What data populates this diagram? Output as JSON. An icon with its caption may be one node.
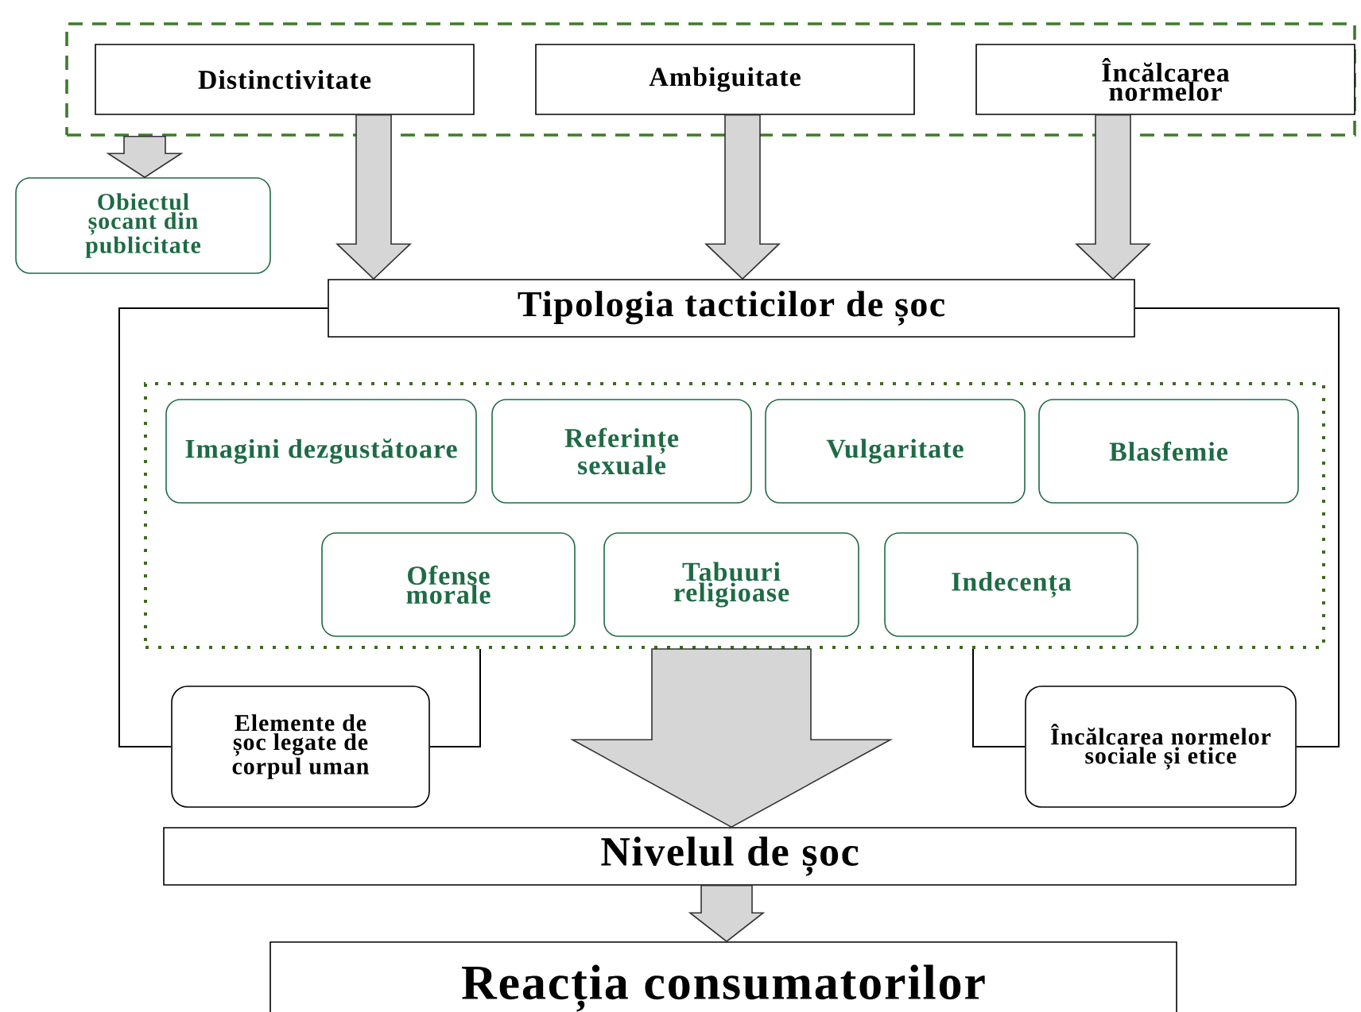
{
  "diagram": {
    "nodes": [
      {
        "text": [],
        "shape": "box"
      },
      {
        "text": [
          "Distinctivitate"
        ],
        "in": 0
      },
      {
        "text": [
          "Ambiguitate"
        ],
        "in": 0
      },
      {
        "text": [
          "Încălcarea normelor"
        ],
        "in": 0
      },
      {
        "text": [
          "Obiectul șocant din publicitate"
        ]
      },
      {
        "text": [
          "Tipologia tacticilor de șoc"
        ]
      },
      {
        "text": [],
        "shape": "box"
      },
      {
        "text": [
          "Imagini dezgustătoare"
        ],
        "in": 6
      },
      {
        "text": [
          "Referințe sexuale"
        ],
        "in": 6
      },
      {
        "text": [
          "Vulgaritate"
        ],
        "in": 6
      },
      {
        "text": [
          "Blasfemie"
        ],
        "in": 6
      },
      {
        "text": [
          "Ofense morale"
        ],
        "in": 6
      },
      {
        "text": [
          "Tabuuri religioase"
        ],
        "in": 6
      },
      {
        "text": [
          "Indecența"
        ],
        "in": 6
      },
      {
        "text": [
          "Elemente de șoc legate de corpul uman"
        ]
      },
      {
        "text": [
          "Încălcarea normelor sociale și etice"
        ]
      },
      {
        "text": [
          "Nivelul de șoc"
        ]
      },
      {
        "text": [
          "Reacția consumatorilor"
        ]
      }
    ],
    "edges": [
      {
        "from": 0,
        "to": 4,
        "arrow": "to"
      },
      {
        "from": 1,
        "to": 5,
        "arrow": "to"
      },
      {
        "from": 2,
        "to": 5,
        "arrow": "to"
      },
      {
        "from": 3,
        "to": 5,
        "arrow": "to"
      },
      {
        "from": 5,
        "to": 14,
        "arrow": "none"
      },
      {
        "from": 5,
        "to": 15,
        "arrow": "none"
      },
      {
        "from": 6,
        "to": 14,
        "arrow": "none"
      },
      {
        "from": 6,
        "to": 15,
        "arrow": "none"
      },
      {
        "from": 6,
        "to": 16,
        "arrow": "to"
      },
      {
        "from": 16,
        "to": 17,
        "arrow": "to"
      }
    ]
  }
}
